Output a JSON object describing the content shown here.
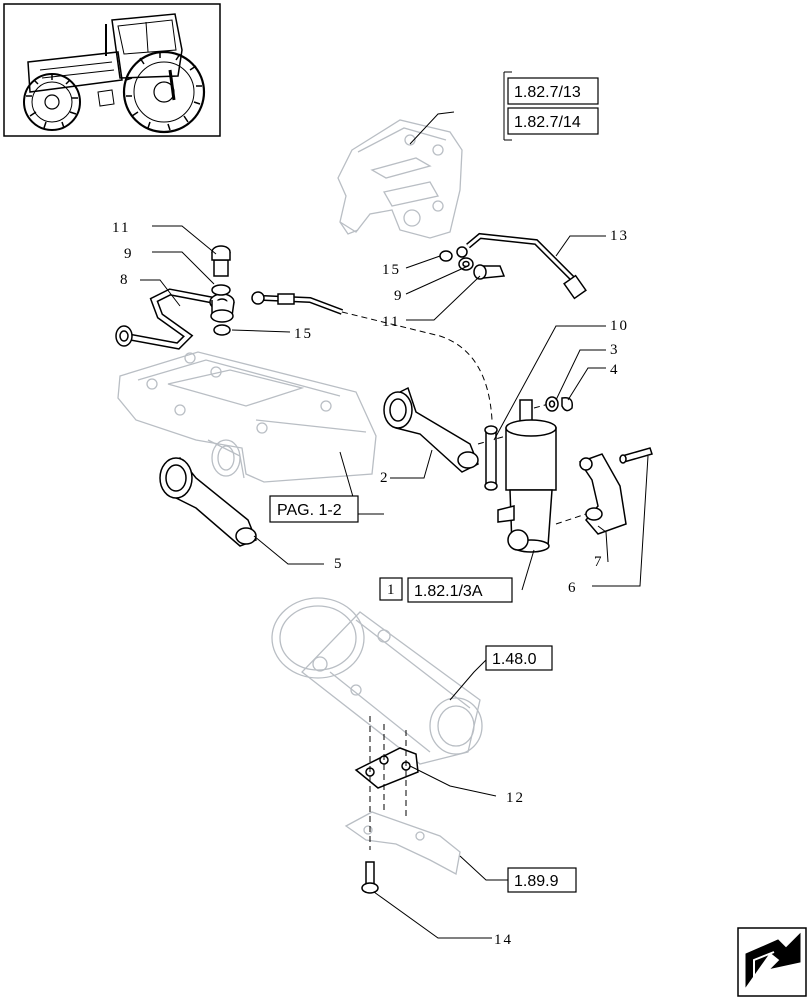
{
  "callouts": [
    "1",
    "2",
    "3",
    "4",
    "5",
    "6",
    "7",
    "8",
    "9",
    "9",
    "10",
    "11",
    "11",
    "12",
    "13",
    "14",
    "15",
    "15"
  ],
  "references": {
    "top_1": "1.82.7/13",
    "top_2": "1.82.7/14",
    "pag": "PAG. 1-2",
    "cylinder_ref": "1.82.1/3A",
    "cylinder_ref_index": "1",
    "axle": "1.48.0",
    "bottom": "1.89.9"
  },
  "icons": {
    "thumbnail": "tractor-thumbnail-icon",
    "navigation": "next-page-arrow-icon"
  }
}
